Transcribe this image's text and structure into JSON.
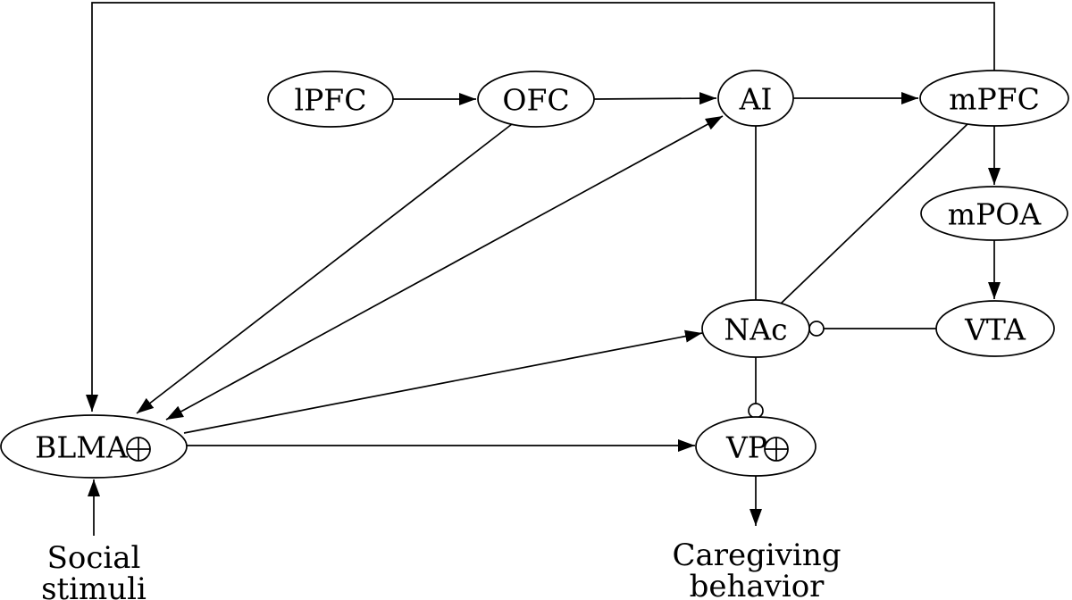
{
  "figure": {
    "type": "neural-circuit-diagram",
    "background_color": "#ffffff",
    "line_color": "#000000"
  },
  "nodes": {
    "lpfc": {
      "label": "lPFC",
      "text": "lPFC"
    },
    "ofc": {
      "label": "OFC",
      "text": "OFC"
    },
    "ai": {
      "label": "AI",
      "text": "AI"
    },
    "mpfc": {
      "label": "mPFC",
      "text": "mPFC"
    },
    "mpoa": {
      "label": "mPOA",
      "text": "mPOA"
    },
    "vta": {
      "label": "VTA",
      "text": "VTA"
    },
    "nac": {
      "label": "NAc",
      "text": "NAc"
    },
    "vp": {
      "label": "VP⊕",
      "text": "VP",
      "symbol": "⊕"
    },
    "blma": {
      "label": "BLMA⊕",
      "text": "BLMA",
      "symbol": "⊕"
    }
  },
  "annotations": {
    "social": {
      "line1": "Social",
      "line2": "stimuli"
    },
    "caregiving": {
      "line1": "Caregiving",
      "line2": "behavior"
    }
  },
  "edges": [
    {
      "from": "lPFC",
      "to": "OFC",
      "type": "arrow"
    },
    {
      "from": "OFC",
      "to": "AI",
      "type": "arrow"
    },
    {
      "from": "AI",
      "to": "mPFC",
      "type": "arrow"
    },
    {
      "from": "mPFC",
      "to": "mPOA",
      "type": "arrow"
    },
    {
      "from": "mPOA",
      "to": "VTA",
      "type": "arrow"
    },
    {
      "from": "VTA",
      "to": "NAc",
      "type": "inhibitory-circle"
    },
    {
      "from": "NAc",
      "to": "VP",
      "type": "inhibitory-circle"
    },
    {
      "from": "AI",
      "to": "NAc",
      "type": "plain-line"
    },
    {
      "from": "mPFC",
      "to": "NAc",
      "type": "plain-line"
    },
    {
      "from": "mPFC",
      "to": "BLMA",
      "type": "arrow",
      "route": "around-top-border"
    },
    {
      "from": "OFC",
      "to": "BLMA",
      "type": "arrow"
    },
    {
      "from": "AI",
      "to": "BLMA",
      "type": "bidirectional-arrow"
    },
    {
      "from": "BLMA",
      "to": "NAc",
      "type": "arrow"
    },
    {
      "from": "BLMA",
      "to": "VP",
      "type": "arrow"
    },
    {
      "from": "Social stimuli",
      "to": "BLMA",
      "type": "arrow"
    },
    {
      "from": "VP",
      "to": "Caregiving behavior",
      "type": "arrow"
    }
  ]
}
